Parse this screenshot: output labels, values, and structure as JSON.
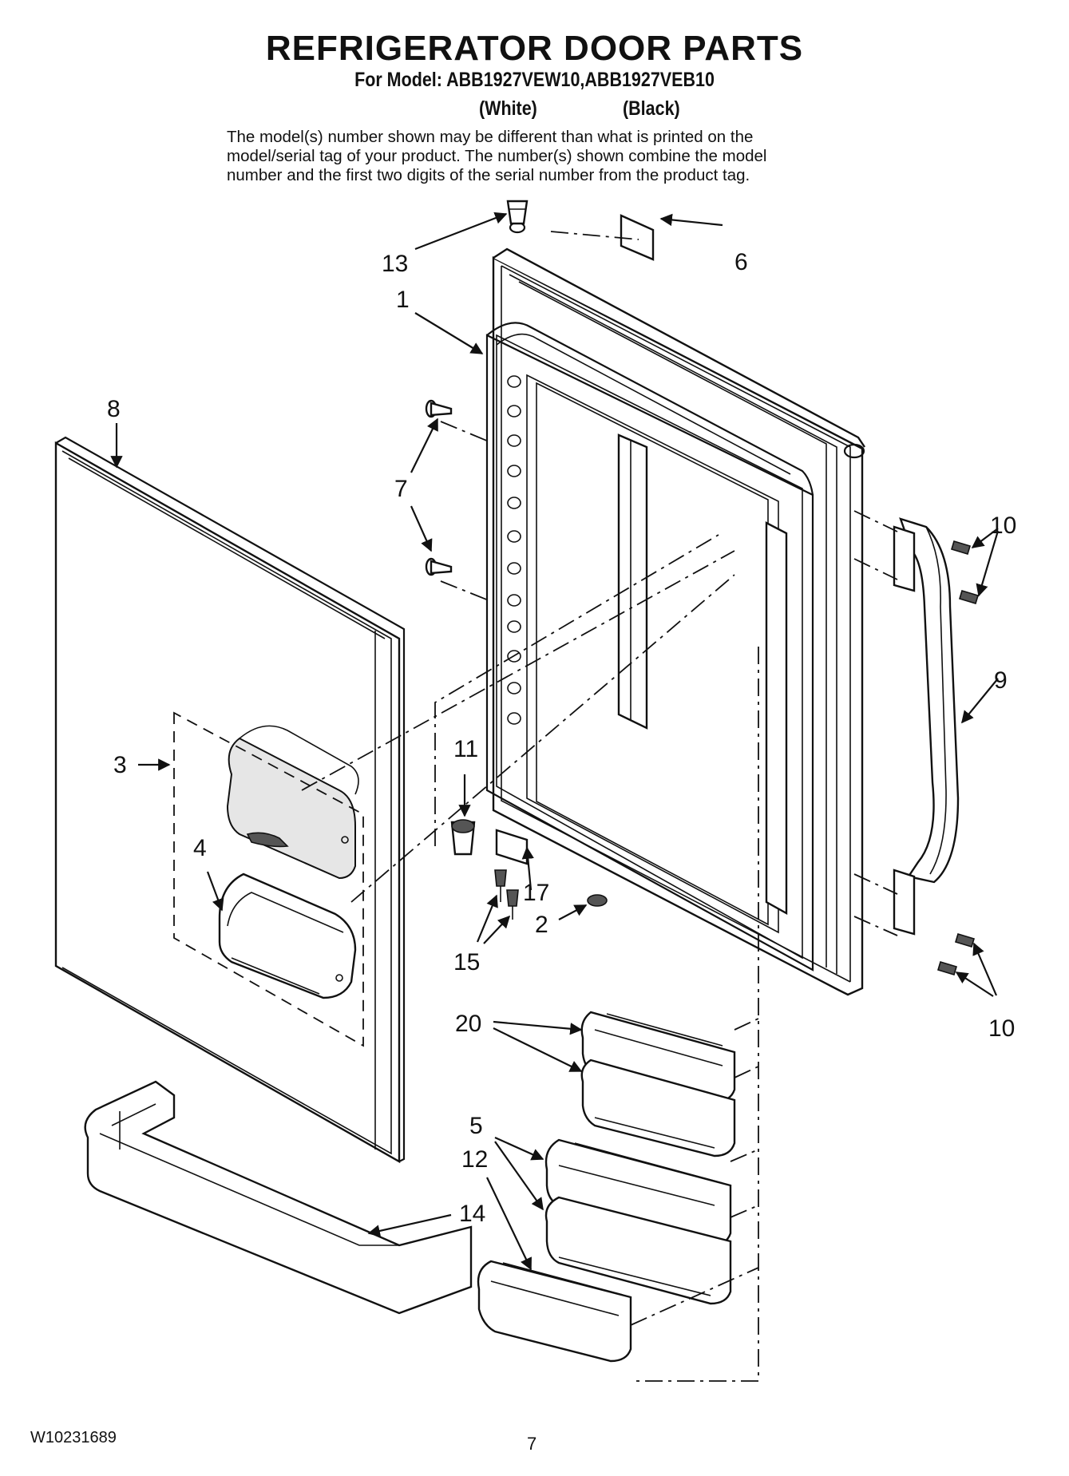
{
  "header": {
    "title": "REFRIGERATOR DOOR PARTS",
    "model_line": "For Model: ABB1927VEW10,ABB1927VEB10",
    "variant_white": "(White)",
    "variant_black": "(Black)",
    "note_lines": [
      "The model(s) number shown may be different than what is printed on the",
      "model/serial tag of your product. The number(s) shown combine the model",
      "number and the first two digits of the serial number from the product tag."
    ]
  },
  "callouts": {
    "c1": "1",
    "c2": "2",
    "c3": "3",
    "c4": "4",
    "c5": "5",
    "c6": "6",
    "c7": "7",
    "c8": "8",
    "c9": "9",
    "c10a": "10",
    "c10b": "10",
    "c11": "11",
    "c12": "12",
    "c13": "13",
    "c14": "14",
    "c15": "15",
    "c17": "17",
    "c20": "20"
  },
  "footer": {
    "doc_number": "W10231689",
    "page_number": "7"
  }
}
